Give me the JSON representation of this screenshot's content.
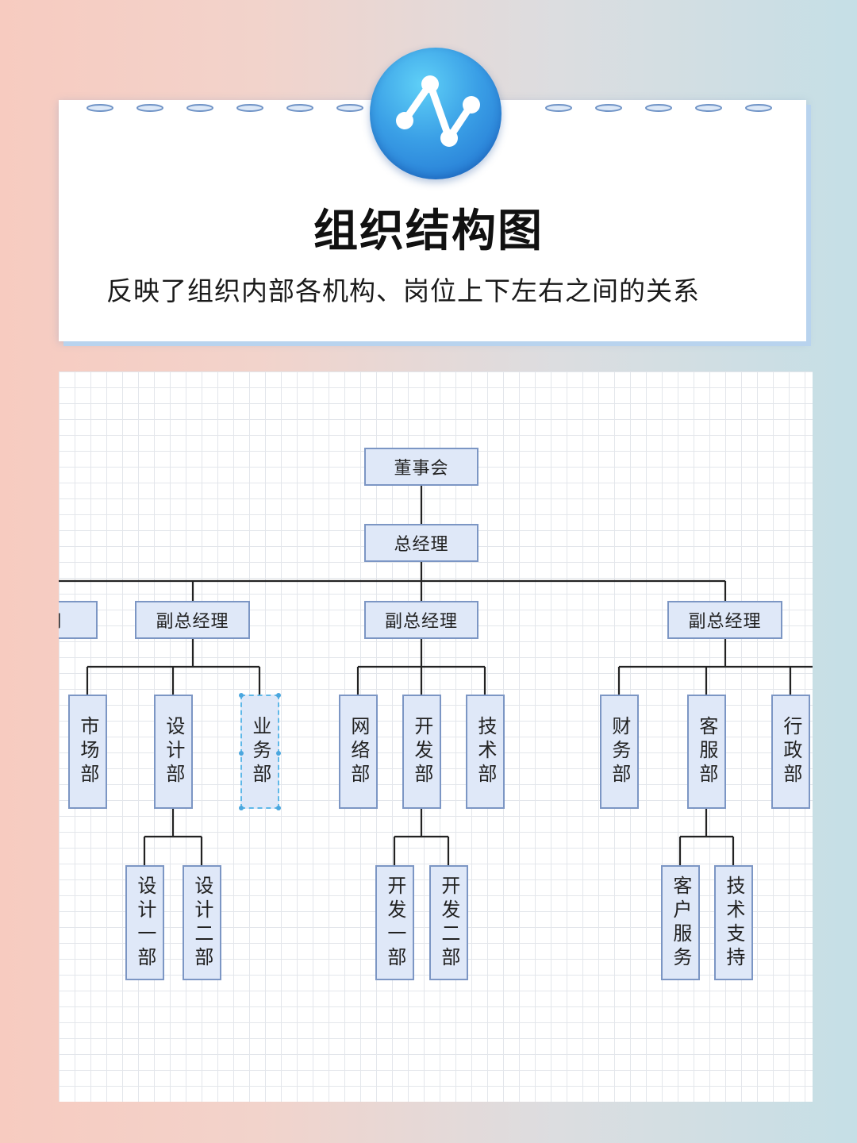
{
  "header": {
    "title": "组织结构图",
    "subtitle": "反映了组织内部各机构、岗位上下左右之间的关系",
    "logo_icon": "trend-line-icon"
  },
  "colors": {
    "node_fill": "#dfe8f8",
    "node_border": "#7c96c4",
    "connector": "#222222",
    "selection": "#5fb8e8",
    "logo": "#3a9fe6"
  },
  "org_chart": {
    "board": "董事会",
    "general_manager": "总经理",
    "left_partial": "司",
    "vp_1": {
      "title": "副总经理",
      "departments": [
        "市场部",
        "设计部",
        "业务部"
      ],
      "design_subs": [
        "设计一部",
        "设计二部"
      ]
    },
    "vp_2": {
      "title": "副总经理",
      "departments": [
        "网络部",
        "开发部",
        "技术部"
      ],
      "dev_subs": [
        "开发一部",
        "开发二部"
      ]
    },
    "vp_3": {
      "title": "副总经理",
      "departments": [
        "财务部",
        "客服部",
        "行政部"
      ],
      "service_subs": [
        "客户服务",
        "技术支持"
      ]
    }
  }
}
